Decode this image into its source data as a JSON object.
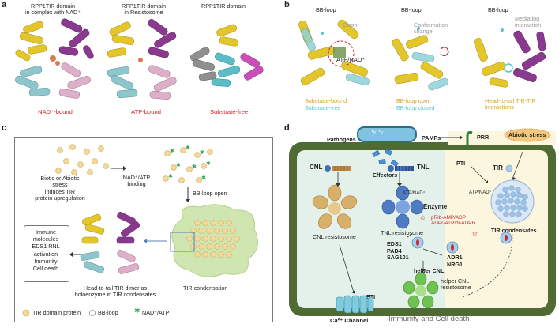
{
  "panel_a": {
    "label": "a",
    "titles": [
      "RPP1TIR domain\nin complex with NAD⁺",
      "RPP1TIR domain\nin Resistosome",
      "RPP1TIR domain"
    ],
    "states": [
      "NAD⁺-bound",
      "ATP-bound",
      "Substrate-free"
    ]
  },
  "panel_b": {
    "label": "b",
    "loop_titles": [
      "BB-loop",
      "BB-loop",
      "BB-loop"
    ],
    "clash": "Clash",
    "conformation": "Conformation\nchange",
    "mediating": "Mediating\ninteraction",
    "atp_nad": "ATP/NAD⁺",
    "cap1_a": "Substrate-bound",
    "cap1_b": "Substrate-free",
    "cap2_a": "BB-loop open",
    "cap2_b": "BB-loop closed",
    "cap3": "Head-to-tail TIR-TIR\ninteractions"
  },
  "panel_c": {
    "label": "c",
    "stress": "Biotic or Abiotic\nstress\ninduces TIR\nprotein upregulation",
    "nad_binding": "NAD⁺/ATP\nbinding",
    "bb_open": "BB-loop open",
    "outcomes": "Immune\nmolecules\nEDS1 RNL\nactivation\nImmunity\nCell death",
    "dimer": "Head-to-tail TIR dimer as\nholoenzyme in TIR condensates",
    "condensation": "TIR condensation",
    "legend": [
      "TIR domain protein",
      "BB-loop",
      "NAD⁺/ATP"
    ]
  },
  "panel_d": {
    "label": "d",
    "pathogens": "Pathogens",
    "pamps": "PAMPs",
    "prr": "PRR",
    "abiotic": "Abiotic stress",
    "cnl": "CNL",
    "tnl": "TNL",
    "effectors": "Effectors",
    "pti": "PTI",
    "tir": "TIR",
    "atp_nad_1": "ATP/NAD⁺",
    "atp_nad_2": "ATP/NAD⁺",
    "enzyme": "Enzyme",
    "cnl_res": "CNL resistosome",
    "tnl_res": "TNL resistosome",
    "products": "pRib-AMP/ADP\nADPr-ATP/di-ADPR",
    "tir_cond": "TIR condensates",
    "eds": "EDS1\nPAD4\nSAG101",
    "adr": "ADR1\nNRG1",
    "helper": "helper CNL",
    "helper_res": "helper CNL\nresistosome",
    "eti": "ETI",
    "ca": "Ca²⁺ Channel",
    "immunity": "Immunity and Cell death"
  },
  "colors": {
    "yellow": "#e2c62a",
    "purple": "#8a3a8e",
    "cyan": "#5bbdc8",
    "pink": "#d7a2c0",
    "red_text": "#d0232a",
    "gold_text": "#d8a21a",
    "cell_wall": "#4f6b33",
    "cytoplasm": "#eaf3ee",
    "cond": "#c9e0a8"
  }
}
